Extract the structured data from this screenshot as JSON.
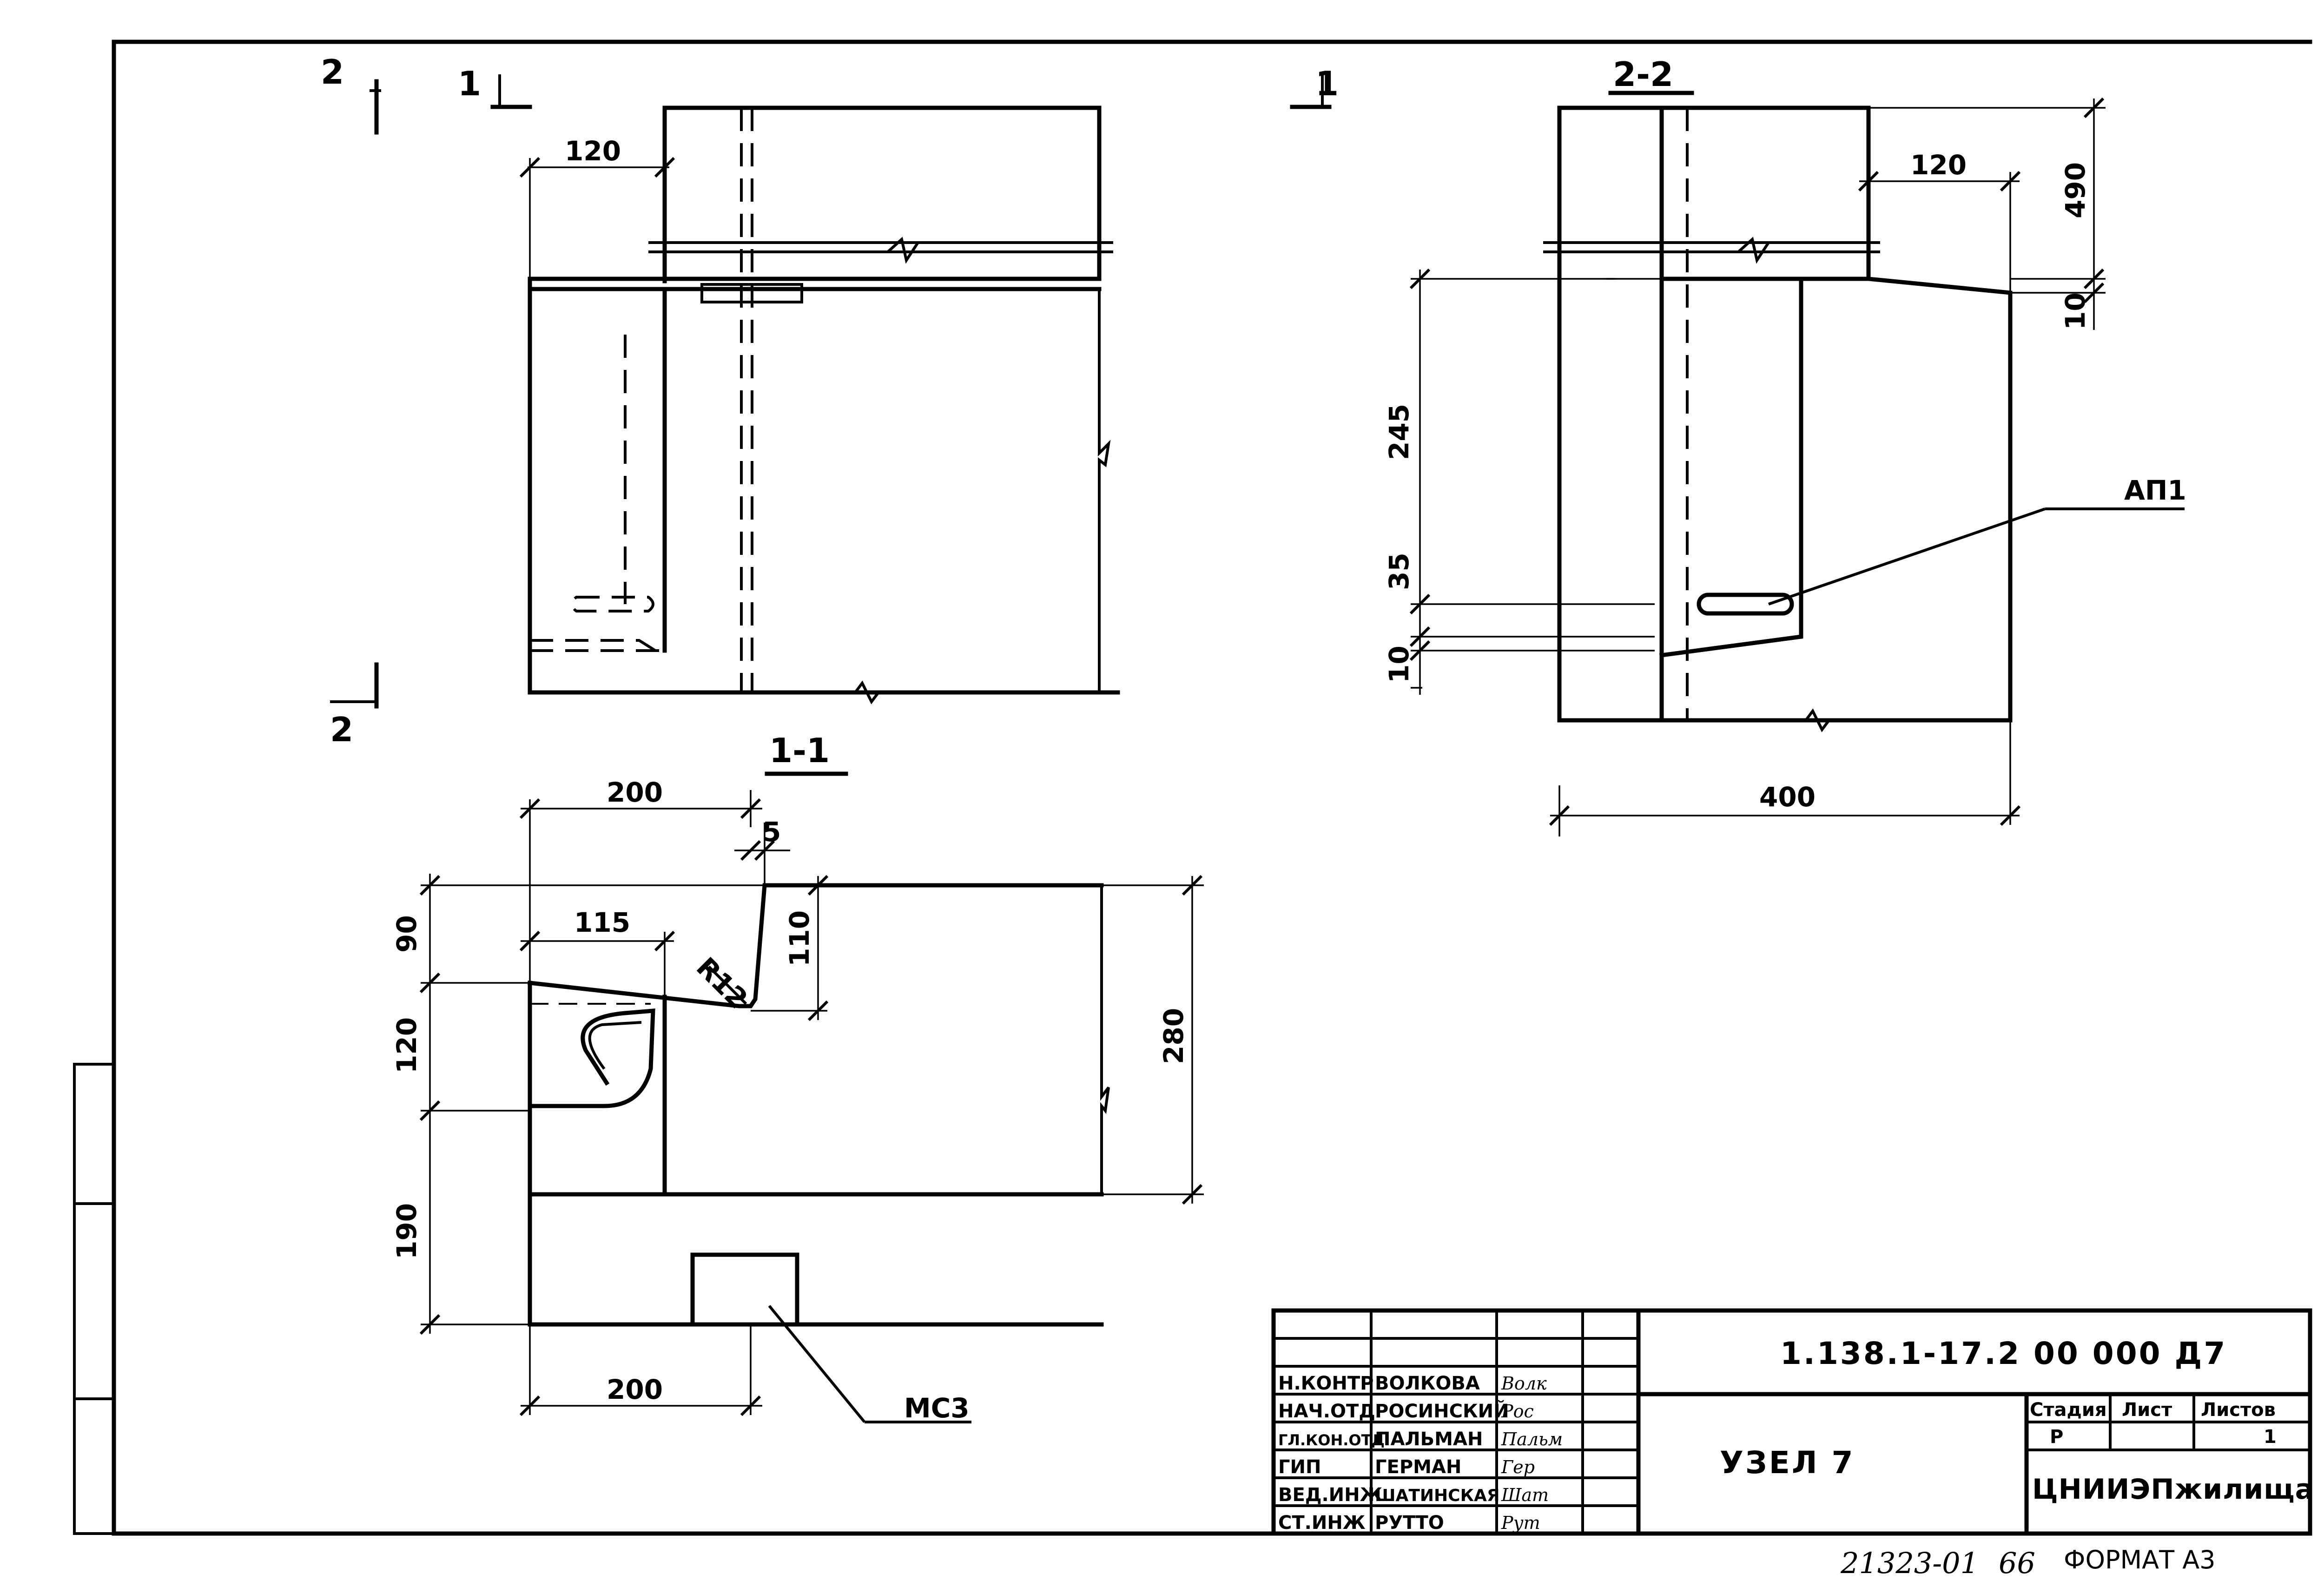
{
  "views": {
    "section_11": {
      "title": "1-1",
      "dims": {
        "d200_top": "200",
        "d5": "5",
        "d115": "115",
        "r12": "R12",
        "d110": "110",
        "d90": "90",
        "d120": "120",
        "d190": "190",
        "d280": "280",
        "d200_bottom": "200"
      },
      "callout": "МС3"
    },
    "section_22": {
      "title": "2-2",
      "dims": {
        "d120": "120",
        "d490": "490",
        "d10_right": "10",
        "d245": "245",
        "d35": "35",
        "d10_left": "10",
        "d400": "400"
      },
      "callout": "АП1"
    },
    "elevation": {
      "dims": {
        "d120": "120"
      },
      "cut_marks": {
        "cut1_left": "1",
        "cut1_right": "1",
        "cut2_top": "2",
        "cut2_bottom": "2"
      }
    }
  },
  "title_block": {
    "doc_code": "1.138.1-17.2 00 000 Д7",
    "node_title": "УЗЕЛ 7",
    "organization": "ЦНИИЭПжилища",
    "stage_header": "Стадия",
    "sheet_header": "Лист",
    "sheets_header": "Листов",
    "stage_value": "Р",
    "sheets_value": "1",
    "roles": [
      {
        "role": "Н.КОНТР",
        "name": "ВОЛКОВА",
        "sign": "Волк"
      },
      {
        "role": "НАЧ.ОТД",
        "name": "РОСИНСКИЙ",
        "sign": "Рос"
      },
      {
        "role": "ГЛ.КОН.ОТД",
        "name": "ПАЛЬМАН",
        "sign": "Пальм"
      },
      {
        "role": "ГИП",
        "name": "ГЕРМАН",
        "sign": "Гер"
      },
      {
        "role": "ВЕД.ИНЖ",
        "name": "ШАТИНСКАЯ",
        "sign": "Шат"
      },
      {
        "role": "СТ.ИНЖ",
        "name": "РУТТО",
        "sign": "Рут"
      }
    ]
  },
  "footer": {
    "inventory": "21323-01",
    "page": "66",
    "format": "ФОРМАТ А3"
  }
}
